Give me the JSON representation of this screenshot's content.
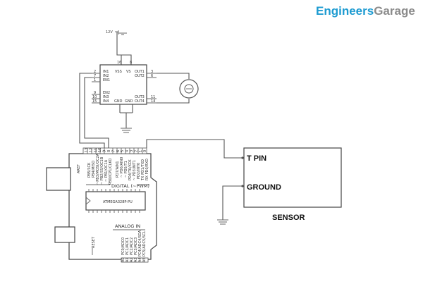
{
  "brand": {
    "part1": "Engineers",
    "part2": "Garage",
    "color1": "#1d9bd1",
    "color2": "#8b8b8b"
  },
  "supply": {
    "voltage": "12V"
  },
  "driver_ic": {
    "top_pins": [
      "16",
      "8"
    ],
    "left_labels": [
      "IN1",
      "IN2",
      "EN1",
      "EN2",
      "IN3",
      "IN4"
    ],
    "left_pins": [
      "2",
      "7",
      "1",
      "9",
      "10",
      "15"
    ],
    "right_labels": [
      "OUT1",
      "OUT2",
      "OUT3",
      "OUT4"
    ],
    "right_pins": [
      "3",
      "6",
      "11",
      "14"
    ],
    "inner_labels": [
      "VSS",
      "VS",
      "GND",
      "GND"
    ]
  },
  "arduino": {
    "aref": "AREF",
    "digital_label": "DIGITAL (~PWM)",
    "analog_label": "ANALOG IN",
    "reset_label": "RESET",
    "chip_label": "ATMEGA328P-PU",
    "digital_pins_left": [
      "PB5/SCK",
      "PB4/MISO",
      "~PB3/MOSI/OC2A",
      "~ PB2/SS/OC1B",
      "~ PB1/OC1A",
      "PB0/ICP1/CLKO"
    ],
    "digital_pins_right": [
      "PD7/AIN1",
      "~ PD6/AIN0",
      "~ PD5/T1",
      "PD4/T0/XCK",
      "~ PD3/INT1",
      "PD2/INT0",
      "TX PD1/TXD",
      "RX PD0/RXD"
    ],
    "analog_pins": [
      "PC0/ADC0",
      "PC1/ADC1",
      "PC2/ADC2",
      "PC3/ADC3",
      "PC4/ADC4/SDA",
      "PC5/ADC5/SCL"
    ],
    "pin_numbers_top": [
      "13",
      "12",
      "11",
      "10",
      "9",
      "8",
      "7",
      "6",
      "5",
      "4",
      "3",
      "2",
      "1",
      "0"
    ],
    "pin_numbers_bottom": [
      "A0",
      "A1",
      "A2",
      "A3",
      "A4",
      "A5"
    ]
  },
  "sensor": {
    "t_pin": "T PIN",
    "ground": "GROUND",
    "title": "SENSOR"
  }
}
